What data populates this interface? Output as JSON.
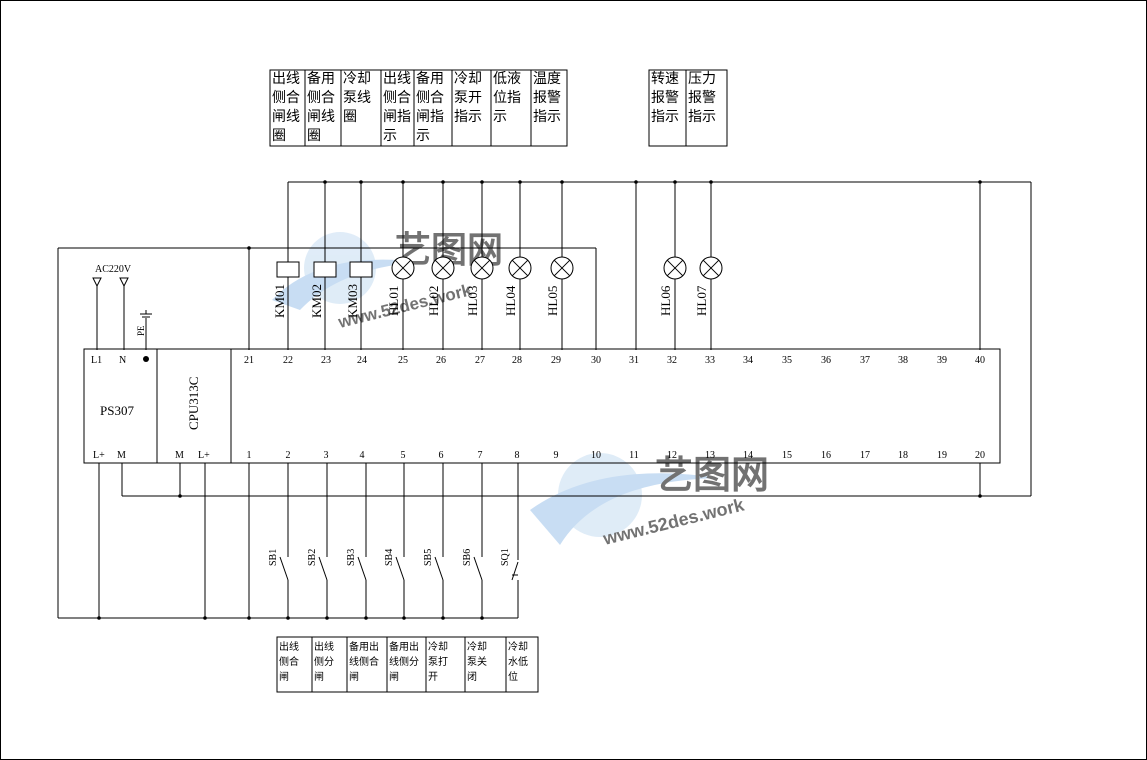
{
  "top_labels_a": [
    [
      "出线",
      "侧合",
      "闸线",
      "圈"
    ],
    [
      "备用",
      "侧合",
      "闸线",
      "圈"
    ],
    [
      "冷却",
      "泵线",
      "圈"
    ],
    [
      "出线",
      "侧合",
      "闸指",
      "示"
    ],
    [
      "备用",
      "侧合",
      "闸指",
      "示"
    ],
    [
      "冷却",
      "泵开",
      "指示"
    ],
    [
      "低液",
      "位指",
      "示"
    ],
    [
      "温度",
      "报警",
      "指示"
    ]
  ],
  "top_labels_b": [
    [
      "转速",
      "报警",
      "指示"
    ],
    [
      "压力",
      "报警",
      "指示"
    ]
  ],
  "bottom_labels": [
    [
      "出线",
      "侧合",
      "闸"
    ],
    [
      "出线",
      "侧分",
      "闸"
    ],
    [
      "备用出",
      "线侧合",
      "闸"
    ],
    [
      "备用出",
      "线侧分",
      "闸"
    ],
    [
      "冷却",
      "泵打",
      "开"
    ],
    [
      "冷却",
      "泵关",
      "闭"
    ],
    [
      "冷却",
      "水低",
      "位"
    ]
  ],
  "power_label": "AC220V",
  "pe_label": "PE",
  "ps": {
    "name": "PS307",
    "l1": "L1",
    "n": "N",
    "lplus": "L+",
    "m": "M"
  },
  "cpu": {
    "name": "CPU313C",
    "m": "M",
    "lplus": "L+"
  },
  "terminals_top": [
    "21",
    "22",
    "23",
    "24",
    "25",
    "26",
    "27",
    "28",
    "29",
    "30",
    "31",
    "32",
    "33",
    "34",
    "35",
    "36",
    "37",
    "38",
    "39",
    "40"
  ],
  "terminals_bottom": [
    "1",
    "2",
    "3",
    "4",
    "5",
    "6",
    "7",
    "8",
    "9",
    "10",
    "11",
    "12",
    "13",
    "14",
    "15",
    "16",
    "17",
    "18",
    "19",
    "20"
  ],
  "coils": [
    "KM01",
    "KM02",
    "KM03"
  ],
  "lamps": [
    "HL01",
    "HL02",
    "HL03",
    "HL04",
    "HL05"
  ],
  "lamps_b": [
    "HL06",
    "HL07"
  ],
  "switches": [
    "SB1",
    "SB2",
    "SB3",
    "SB4",
    "SB5",
    "SB6",
    "SQ1"
  ],
  "watermark": {
    "logo": "艺图网",
    "url": "www.52des.work"
  }
}
